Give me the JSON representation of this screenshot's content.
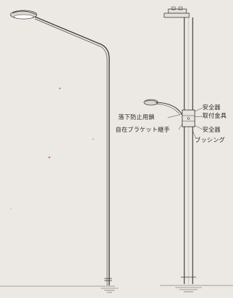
{
  "diagram": {
    "labels": {
      "fall_prevention_chain": "落下防止用鎖",
      "self_bracket_joint": "自在ブラケット継手",
      "safety_device_top": "安全器",
      "mounting_hardware": "取付金具",
      "safety_device_bottom": "安全器",
      "bushing": "ブッシング"
    }
  }
}
